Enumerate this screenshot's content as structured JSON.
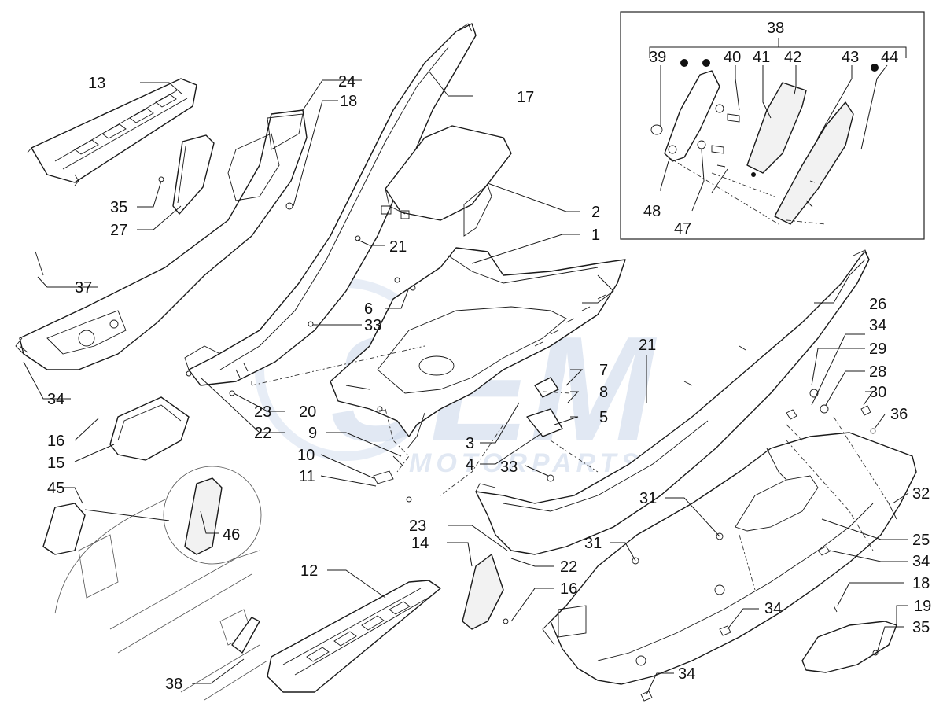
{
  "watermark": {
    "logo_text": "SEM",
    "sub_text": "MOTORPARTS",
    "color": "#b8cbe6"
  },
  "callouts": [
    {
      "id": "c1",
      "text": "1"
    },
    {
      "id": "c2",
      "text": "2"
    },
    {
      "id": "c3",
      "text": "3"
    },
    {
      "id": "c4",
      "text": "4"
    },
    {
      "id": "c5",
      "text": "5"
    },
    {
      "id": "c6",
      "text": "6"
    },
    {
      "id": "c7",
      "text": "7"
    },
    {
      "id": "c8",
      "text": "8"
    },
    {
      "id": "c9",
      "text": "9"
    },
    {
      "id": "c10",
      "text": "10"
    },
    {
      "id": "c11",
      "text": "11"
    },
    {
      "id": "c12",
      "text": "12"
    },
    {
      "id": "c13",
      "text": "13"
    },
    {
      "id": "c14",
      "text": "14"
    },
    {
      "id": "c15",
      "text": "15"
    },
    {
      "id": "c16a",
      "text": "16"
    },
    {
      "id": "c16b",
      "text": "16"
    },
    {
      "id": "c17",
      "text": "17"
    },
    {
      "id": "c18a",
      "text": "18"
    },
    {
      "id": "c18b",
      "text": "18"
    },
    {
      "id": "c19",
      "text": "19"
    },
    {
      "id": "c20",
      "text": "20"
    },
    {
      "id": "c21a",
      "text": "21"
    },
    {
      "id": "c21b",
      "text": "21"
    },
    {
      "id": "c22a",
      "text": "22"
    },
    {
      "id": "c22b",
      "text": "22"
    },
    {
      "id": "c23a",
      "text": "23"
    },
    {
      "id": "c23b",
      "text": "23"
    },
    {
      "id": "c24",
      "text": "24"
    },
    {
      "id": "c25",
      "text": "25"
    },
    {
      "id": "c26",
      "text": "26"
    },
    {
      "id": "c27",
      "text": "27"
    },
    {
      "id": "c28",
      "text": "28"
    },
    {
      "id": "c29",
      "text": "29"
    },
    {
      "id": "c30",
      "text": "30"
    },
    {
      "id": "c31a",
      "text": "31"
    },
    {
      "id": "c31b",
      "text": "31"
    },
    {
      "id": "c32",
      "text": "32"
    },
    {
      "id": "c33a",
      "text": "33"
    },
    {
      "id": "c33b",
      "text": "33"
    },
    {
      "id": "c34a",
      "text": "34"
    },
    {
      "id": "c34b",
      "text": "34"
    },
    {
      "id": "c34c",
      "text": "34"
    },
    {
      "id": "c34d",
      "text": "34"
    },
    {
      "id": "c34e",
      "text": "34"
    },
    {
      "id": "c35a",
      "text": "35"
    },
    {
      "id": "c35b",
      "text": "35"
    },
    {
      "id": "c36",
      "text": "36"
    },
    {
      "id": "c37",
      "text": "37"
    },
    {
      "id": "c38a",
      "text": "38"
    },
    {
      "id": "c38b",
      "text": "38"
    },
    {
      "id": "c39",
      "text": "39"
    },
    {
      "id": "c40",
      "text": "40"
    },
    {
      "id": "c41",
      "text": "41"
    },
    {
      "id": "c42",
      "text": "42"
    },
    {
      "id": "c43",
      "text": "43"
    },
    {
      "id": "c44",
      "text": "44"
    },
    {
      "id": "c45",
      "text": "45"
    },
    {
      "id": "c46",
      "text": "46"
    },
    {
      "id": "c47",
      "text": "47"
    },
    {
      "id": "c48",
      "text": "48"
    }
  ]
}
